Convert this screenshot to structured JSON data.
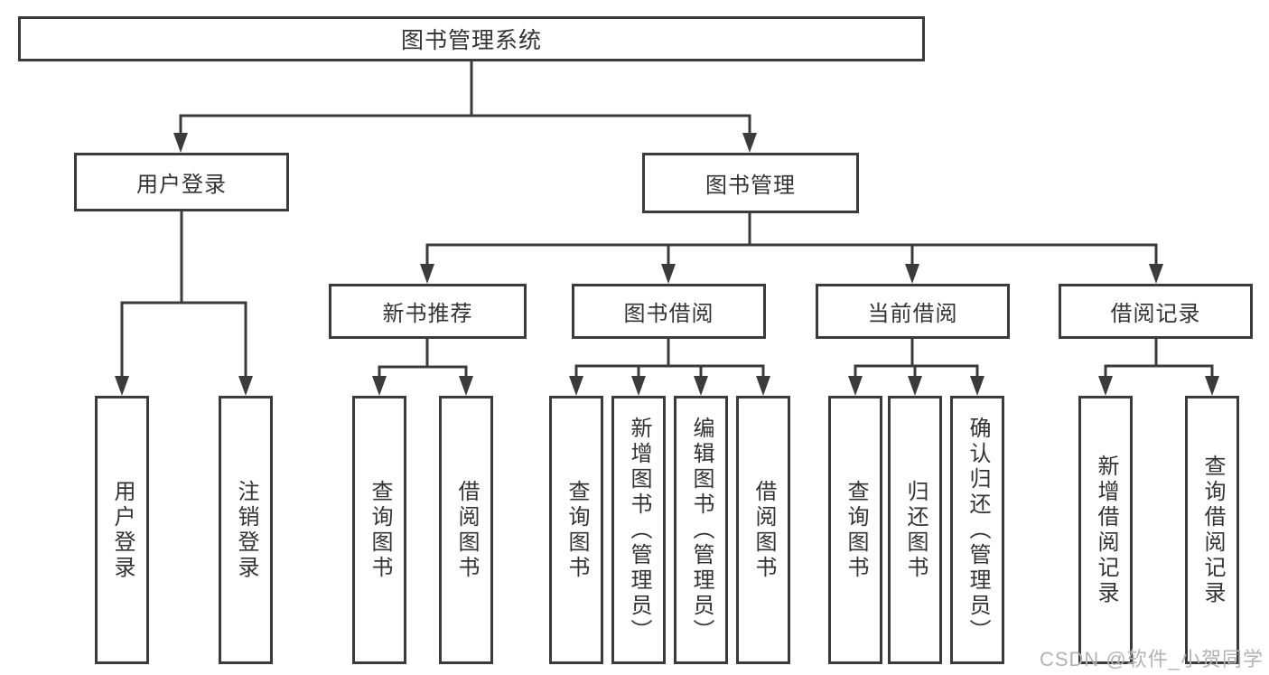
{
  "tree": {
    "root": {
      "label": "图书管理系统"
    },
    "branches": [
      {
        "label": "用户登录",
        "children": [
          {
            "label": "用户登录"
          },
          {
            "label": "注销登录"
          }
        ]
      },
      {
        "label": "图书管理",
        "children": [
          {
            "label": "新书推荐",
            "children": [
              {
                "label": "查询图书"
              },
              {
                "label": "借阅图书"
              }
            ]
          },
          {
            "label": "图书借阅",
            "children": [
              {
                "label": "查询图书"
              },
              {
                "label": "新增图书（管理员）"
              },
              {
                "label": "编辑图书（管理员）"
              },
              {
                "label": "借阅图书"
              }
            ]
          },
          {
            "label": "当前借阅",
            "children": [
              {
                "label": "查询图书"
              },
              {
                "label": "归还图书"
              },
              {
                "label": "确认归还（管理员）"
              }
            ]
          },
          {
            "label": "借阅记录",
            "children": [
              {
                "label": "新增借阅记录"
              },
              {
                "label": "查询借阅记录"
              }
            ]
          }
        ]
      }
    ]
  },
  "watermark": {
    "text": "CSDN @软件_小贺同学"
  },
  "colors": {
    "line": "#3b3b3b",
    "box_border": "#3b3b3b",
    "text": "#333333",
    "background": "#ffffff",
    "watermark": "#b3b3b3"
  }
}
